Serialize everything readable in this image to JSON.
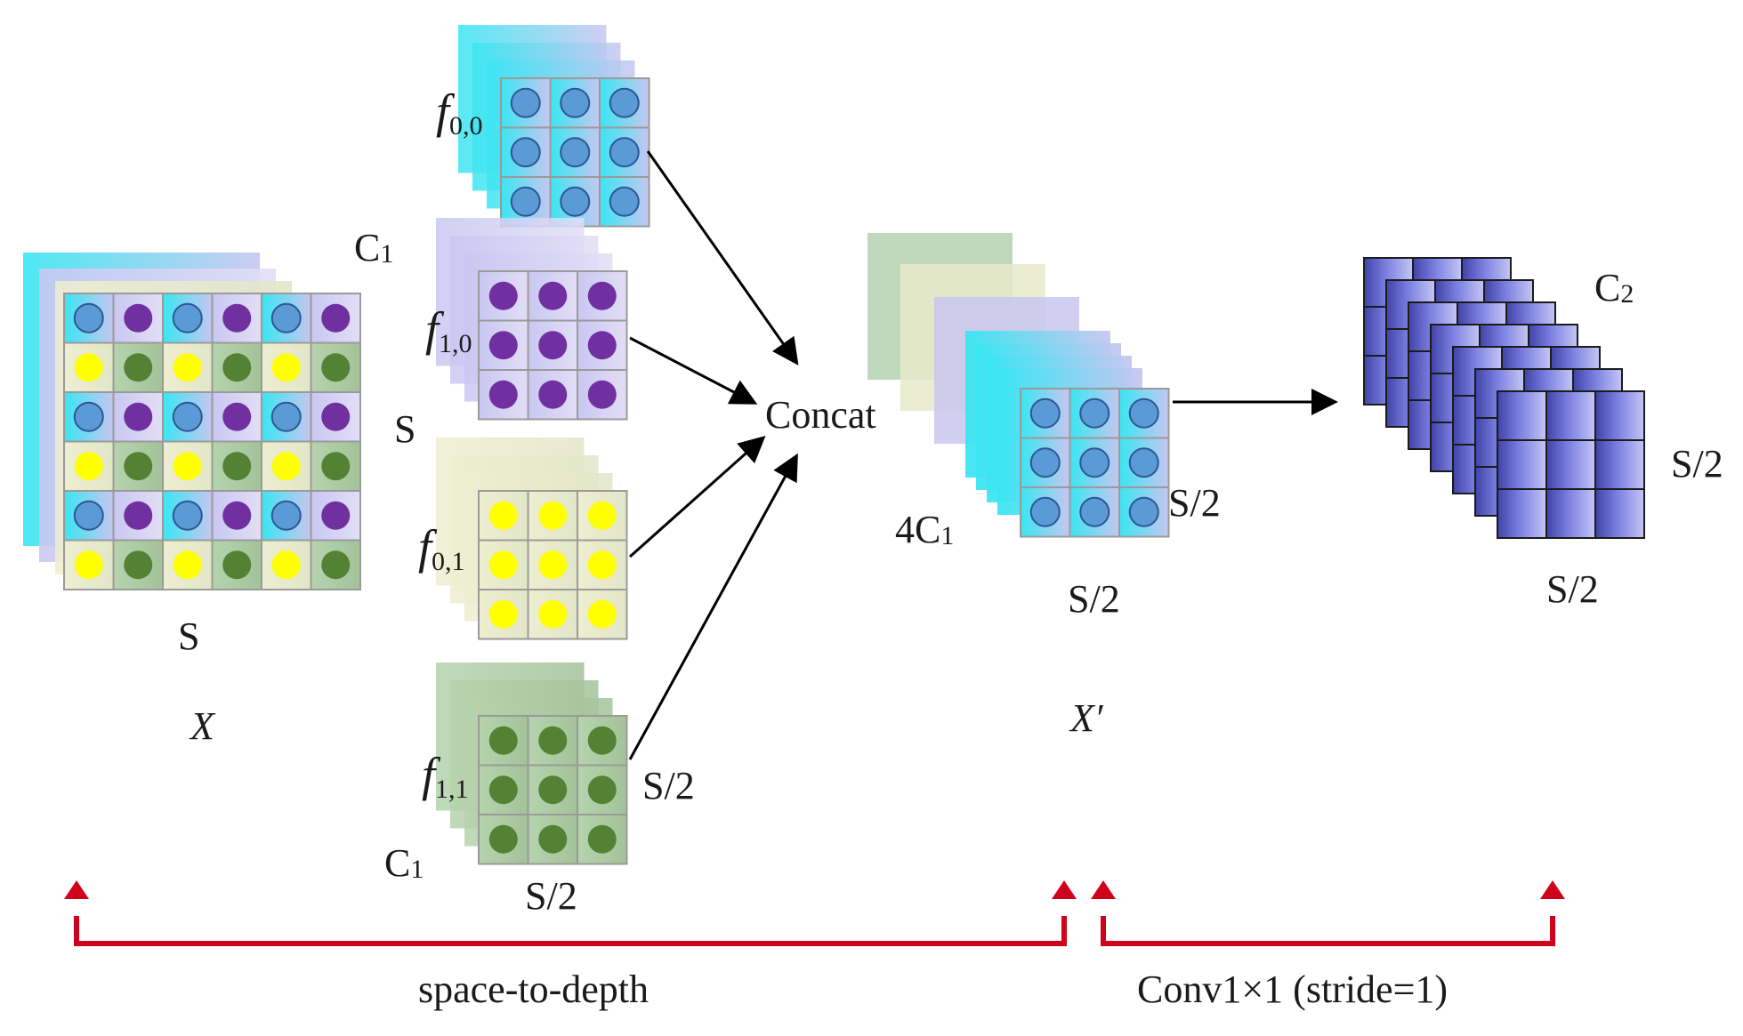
{
  "diagram": {
    "input": {
      "name": "X",
      "width_label": "S",
      "height_label": "S",
      "channel_label": "C",
      "channel_sub": "1"
    },
    "slices": [
      {
        "base": "f",
        "sub": "0,0",
        "dot": "blue"
      },
      {
        "base": "f",
        "sub": "1,0",
        "dot": "purple"
      },
      {
        "base": "f",
        "sub": "0,1",
        "dot": "yellow"
      },
      {
        "base": "f",
        "sub": "1,1",
        "dot": "green"
      }
    ],
    "slice_size_label": "S/2",
    "slice_channel_label": "C",
    "slice_channel_sub": "1",
    "concat_label": "Concat",
    "stacked": {
      "name": "X′",
      "channel_prefix": "4C",
      "channel_sub": "1",
      "width_label": "S/2",
      "height_label": "S/2"
    },
    "output": {
      "channel_label": "C",
      "channel_sub": "2",
      "width_label": "S/2",
      "height_label": "S/2"
    },
    "brackets": {
      "left": "space-to-depth",
      "right": "Conv1×1 (stride=1)"
    }
  },
  "colors": {
    "blue_dot": "#5b9bd5",
    "purple_dot": "#7030a0",
    "yellow_dot": "#ffff00",
    "green_dot": "#548235",
    "bracket": "#d0021b",
    "output_block": "#6b6fd6"
  }
}
